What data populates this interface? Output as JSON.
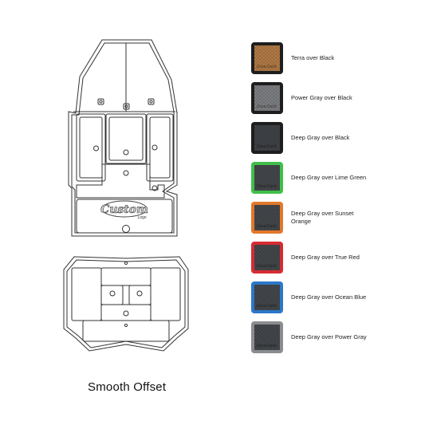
{
  "caption": "Smooth Offset",
  "logo": {
    "main": "Custom",
    "sub": "Logo"
  },
  "swatches": [
    {
      "label": "Terra over Black",
      "top_color": "#b27a45",
      "border_color": "#1e1e1e",
      "brand": "Dura-Deck"
    },
    {
      "label": "Power Gray over Black",
      "top_color": "#7d7f82",
      "border_color": "#1e1e1e",
      "brand": "Dura-Deck"
    },
    {
      "label": "Deep Gray over Black",
      "top_color": "#3f4247",
      "border_color": "#1e1e1e",
      "brand": "Dura-Deck"
    },
    {
      "label": "Deep Gray over Lime Green",
      "top_color": "#44474b",
      "border_color": "#3fbf4a",
      "brand": "Dura-Deck"
    },
    {
      "label": "Deep Gray over Sunset Orange",
      "top_color": "#44474b",
      "border_color": "#e2782b",
      "brand": "Dura-Deck"
    },
    {
      "label": "Deep Gray over True Red",
      "top_color": "#44474b",
      "border_color": "#d62b33",
      "brand": "Dura-Deck"
    },
    {
      "label": "Deep Gray over Ocean Blue",
      "top_color": "#44474b",
      "border_color": "#2b78c8",
      "brand": "Dura-Deck"
    },
    {
      "label": "Deep Gray over Power Gray",
      "top_color": "#44474b",
      "border_color": "#8a8c8f",
      "brand": "Dura-Deck"
    }
  ]
}
